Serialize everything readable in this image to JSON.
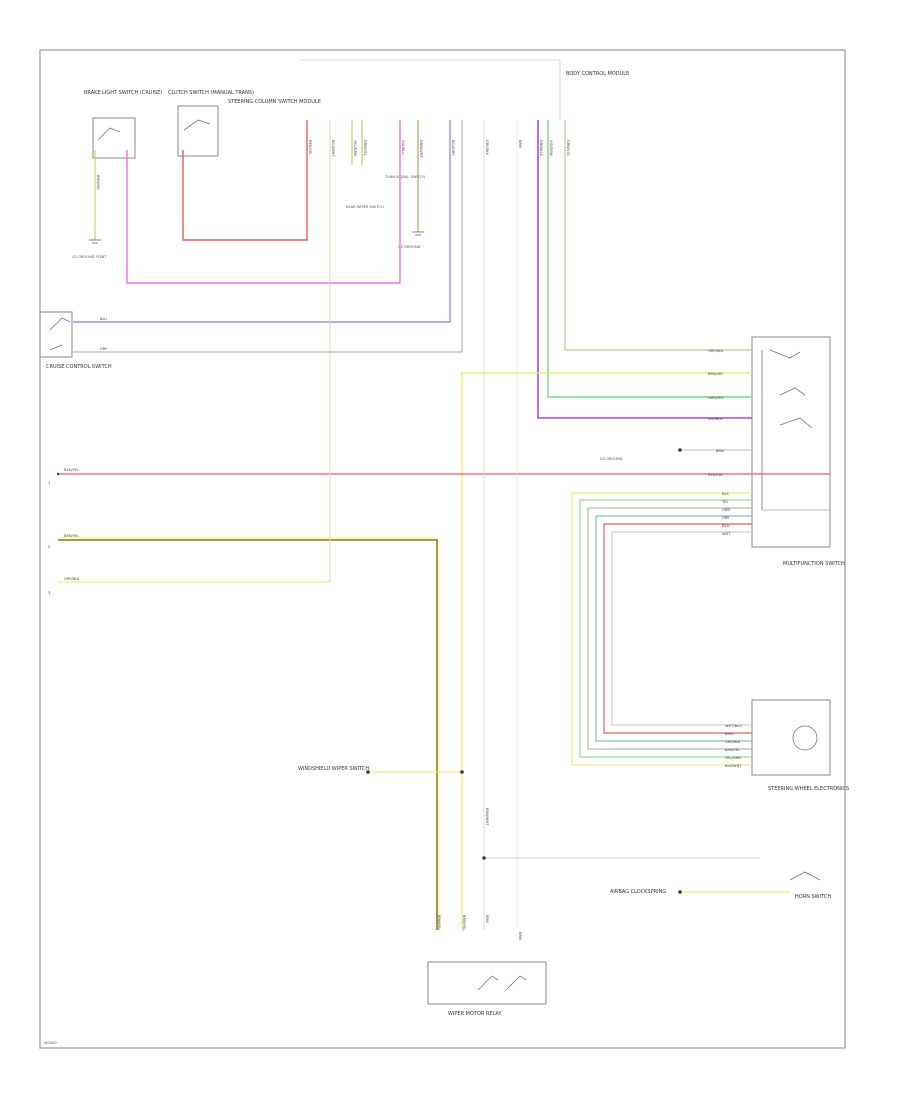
{
  "page": {
    "footer_code": "W0000"
  },
  "components": {
    "brake_light_switch": "BRAKE LIGHT SWITCH (CRUISE)",
    "clutch_switch": "CLUTCH SWITCH (MANUAL TRANS)",
    "steering_column_module": "STEERING COLUMN SWITCH MODULE",
    "cruise_control_switch": "CRUISE CONTROL SWITCH",
    "multifunction_switch": "MULTIFUNCTION SWITCH",
    "steering_wheel_electronics": "STEERING WHEEL ELECTRONICS",
    "turn_signal_switch": "TURN SIGNAL SWITCH",
    "horn_switch": "HORN SWITCH",
    "airbag_clockspring": "AIRBAG CLOCKSPRING",
    "windshield_wiper_switch": "WINDSHIELD WIPER SWITCH",
    "rear_wiper_switch": "REAR WIPER SWITCH",
    "wiper_motor_relay": "WIPER MOTOR RELAY",
    "body_control_module": "BODY CONTROL MODULE",
    "ground_point": "G1 GROUND POINT",
    "ground_point_2": "G2 GROUND",
    "ground_point_3": "G3 GROUND"
  },
  "legend": {
    "left_numbers": [
      "1",
      "2",
      "3"
    ],
    "left_wire_labels": [
      "RED/YEL",
      "BRN/YEL",
      "GRY/BLK"
    ]
  },
  "wire_labels": {
    "top": [
      "RED/YEL",
      "BLU/WHT",
      "YEL/GRN",
      "GRN/YEL",
      "VIO/BLU",
      "GRN/WHT",
      "BLU/GRY",
      "GRY/BLK",
      "BRN",
      "GRN/BLK",
      "VIO/GRN",
      "GRN/VIO",
      "BRN/YEL"
    ],
    "mid_short": [
      "BLU",
      "GRY"
    ],
    "connector_right": [
      "GRY/BLK",
      "BRN/YEL",
      "GRN/YEL",
      "VIO/BLU",
      "BRN",
      "RED/YEL"
    ],
    "connector_right_lower": [
      "BLK",
      "YEL",
      "GRN",
      "GRY",
      "RED",
      "WHT"
    ],
    "bottom_right": [
      "WHT/BLU",
      "BRN",
      "GRY/BLK",
      "BRN/YEL",
      "YEL/GRN",
      "BLK/WHT"
    ],
    "bottom_connector": [
      "BRN/YEL",
      "BRN/YEL",
      "BRN",
      "BRN"
    ],
    "mid_center": "BRN/WHT"
  },
  "colors": {
    "pink": "#ee70e6",
    "red": "#ef5b5b",
    "blue": "#7f7ff2",
    "violet": "#a347f0",
    "green": "#79d87a",
    "tan": "#c9b27a",
    "yellow": "#efe561",
    "olive": "#a39a46",
    "gray": "#a8a8a8",
    "black": "#3a3a3a"
  }
}
